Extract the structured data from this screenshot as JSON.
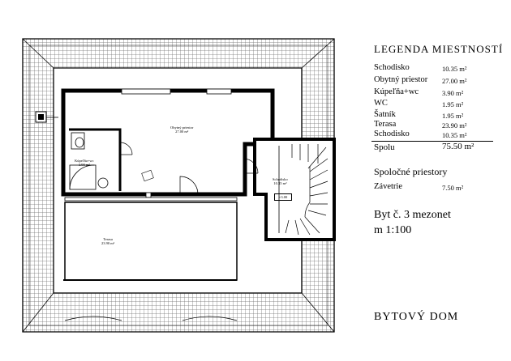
{
  "legend": {
    "title": "LEGENDA  MIESTNOSTÍ",
    "rooms": [
      {
        "name": "Schodisko",
        "area": "10.35  m²"
      },
      {
        "name": "Obytný  priestor",
        "area": "27.00  m²"
      },
      {
        "name": "Kúpeľňa+wc",
        "area": "3.90  m²"
      },
      {
        "name": "WC",
        "area": "1.95  m²"
      },
      {
        "name": "Šatník",
        "area": "1.95  m²"
      },
      {
        "name": "Terasa",
        "area": "23.90  m²"
      },
      {
        "name": "Schodisko",
        "area": "10.35  m²"
      }
    ],
    "total": {
      "name": "Spolu",
      "area": "75.50  m²"
    }
  },
  "common": {
    "title": "Spoločné priestory",
    "item": {
      "name": "Závetrie",
      "area": "7.50  m²"
    }
  },
  "flat": "Byt č. 3 mezonet",
  "scale": "m    1:100",
  "building": "BYTOVÝ   DOM",
  "plan_labels": {
    "living_name": "Obytný  priestor",
    "living_area": "27.00 m²",
    "bath_name": "Kúpeľňa+wc",
    "bath_area": "3.90 m²",
    "terrace_name": "Terasa",
    "terrace_area": "23.90 m²",
    "stair_name": "Schodisko",
    "stair_area": "10.35 m²",
    "level": "+3.00"
  }
}
